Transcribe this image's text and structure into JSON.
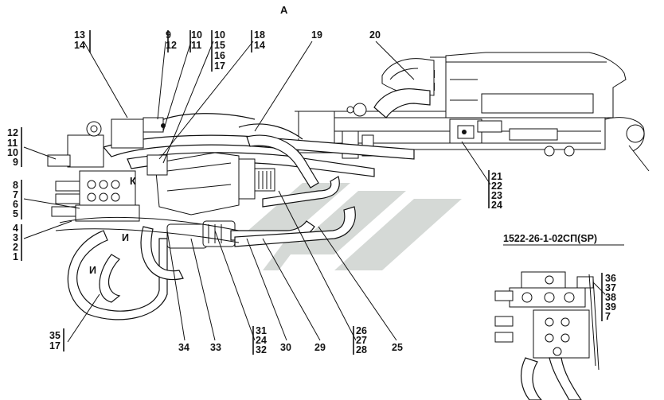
{
  "view_label": "А",
  "variant_label": "1522-26-1-02СП(SP)",
  "callouts": {
    "c13_14": [
      "13",
      "14"
    ],
    "c9_12": [
      "9",
      "12"
    ],
    "c10_11": [
      "10",
      "11"
    ],
    "c10_15_16_17": [
      "10",
      "15",
      "16",
      "17"
    ],
    "c18_14": [
      "18",
      "14"
    ],
    "c19": [
      "19"
    ],
    "c20": [
      "20"
    ],
    "c12_11_10_9": [
      "12",
      "11",
      "10",
      "9"
    ],
    "c8_7_6_5": [
      "8",
      "7",
      "6",
      "5"
    ],
    "c4_3_2_1": [
      "4",
      "3",
      "2",
      "1"
    ],
    "c21_22_23_24": [
      "21",
      "22",
      "23",
      "24"
    ],
    "c35_17": [
      "35",
      "17"
    ],
    "c34": [
      "34"
    ],
    "c33": [
      "33"
    ],
    "c31_24_32": [
      "31",
      "24",
      "32"
    ],
    "c30": [
      "30"
    ],
    "c29": [
      "29"
    ],
    "c26_27_28": [
      "26",
      "27",
      "28"
    ],
    "c25": [
      "25"
    ],
    "c36_37_38_39_7": [
      "36",
      "37",
      "38",
      "39",
      "7"
    ]
  },
  "letters": {
    "k": "К",
    "i_upper": "И",
    "i_lower": "И"
  }
}
